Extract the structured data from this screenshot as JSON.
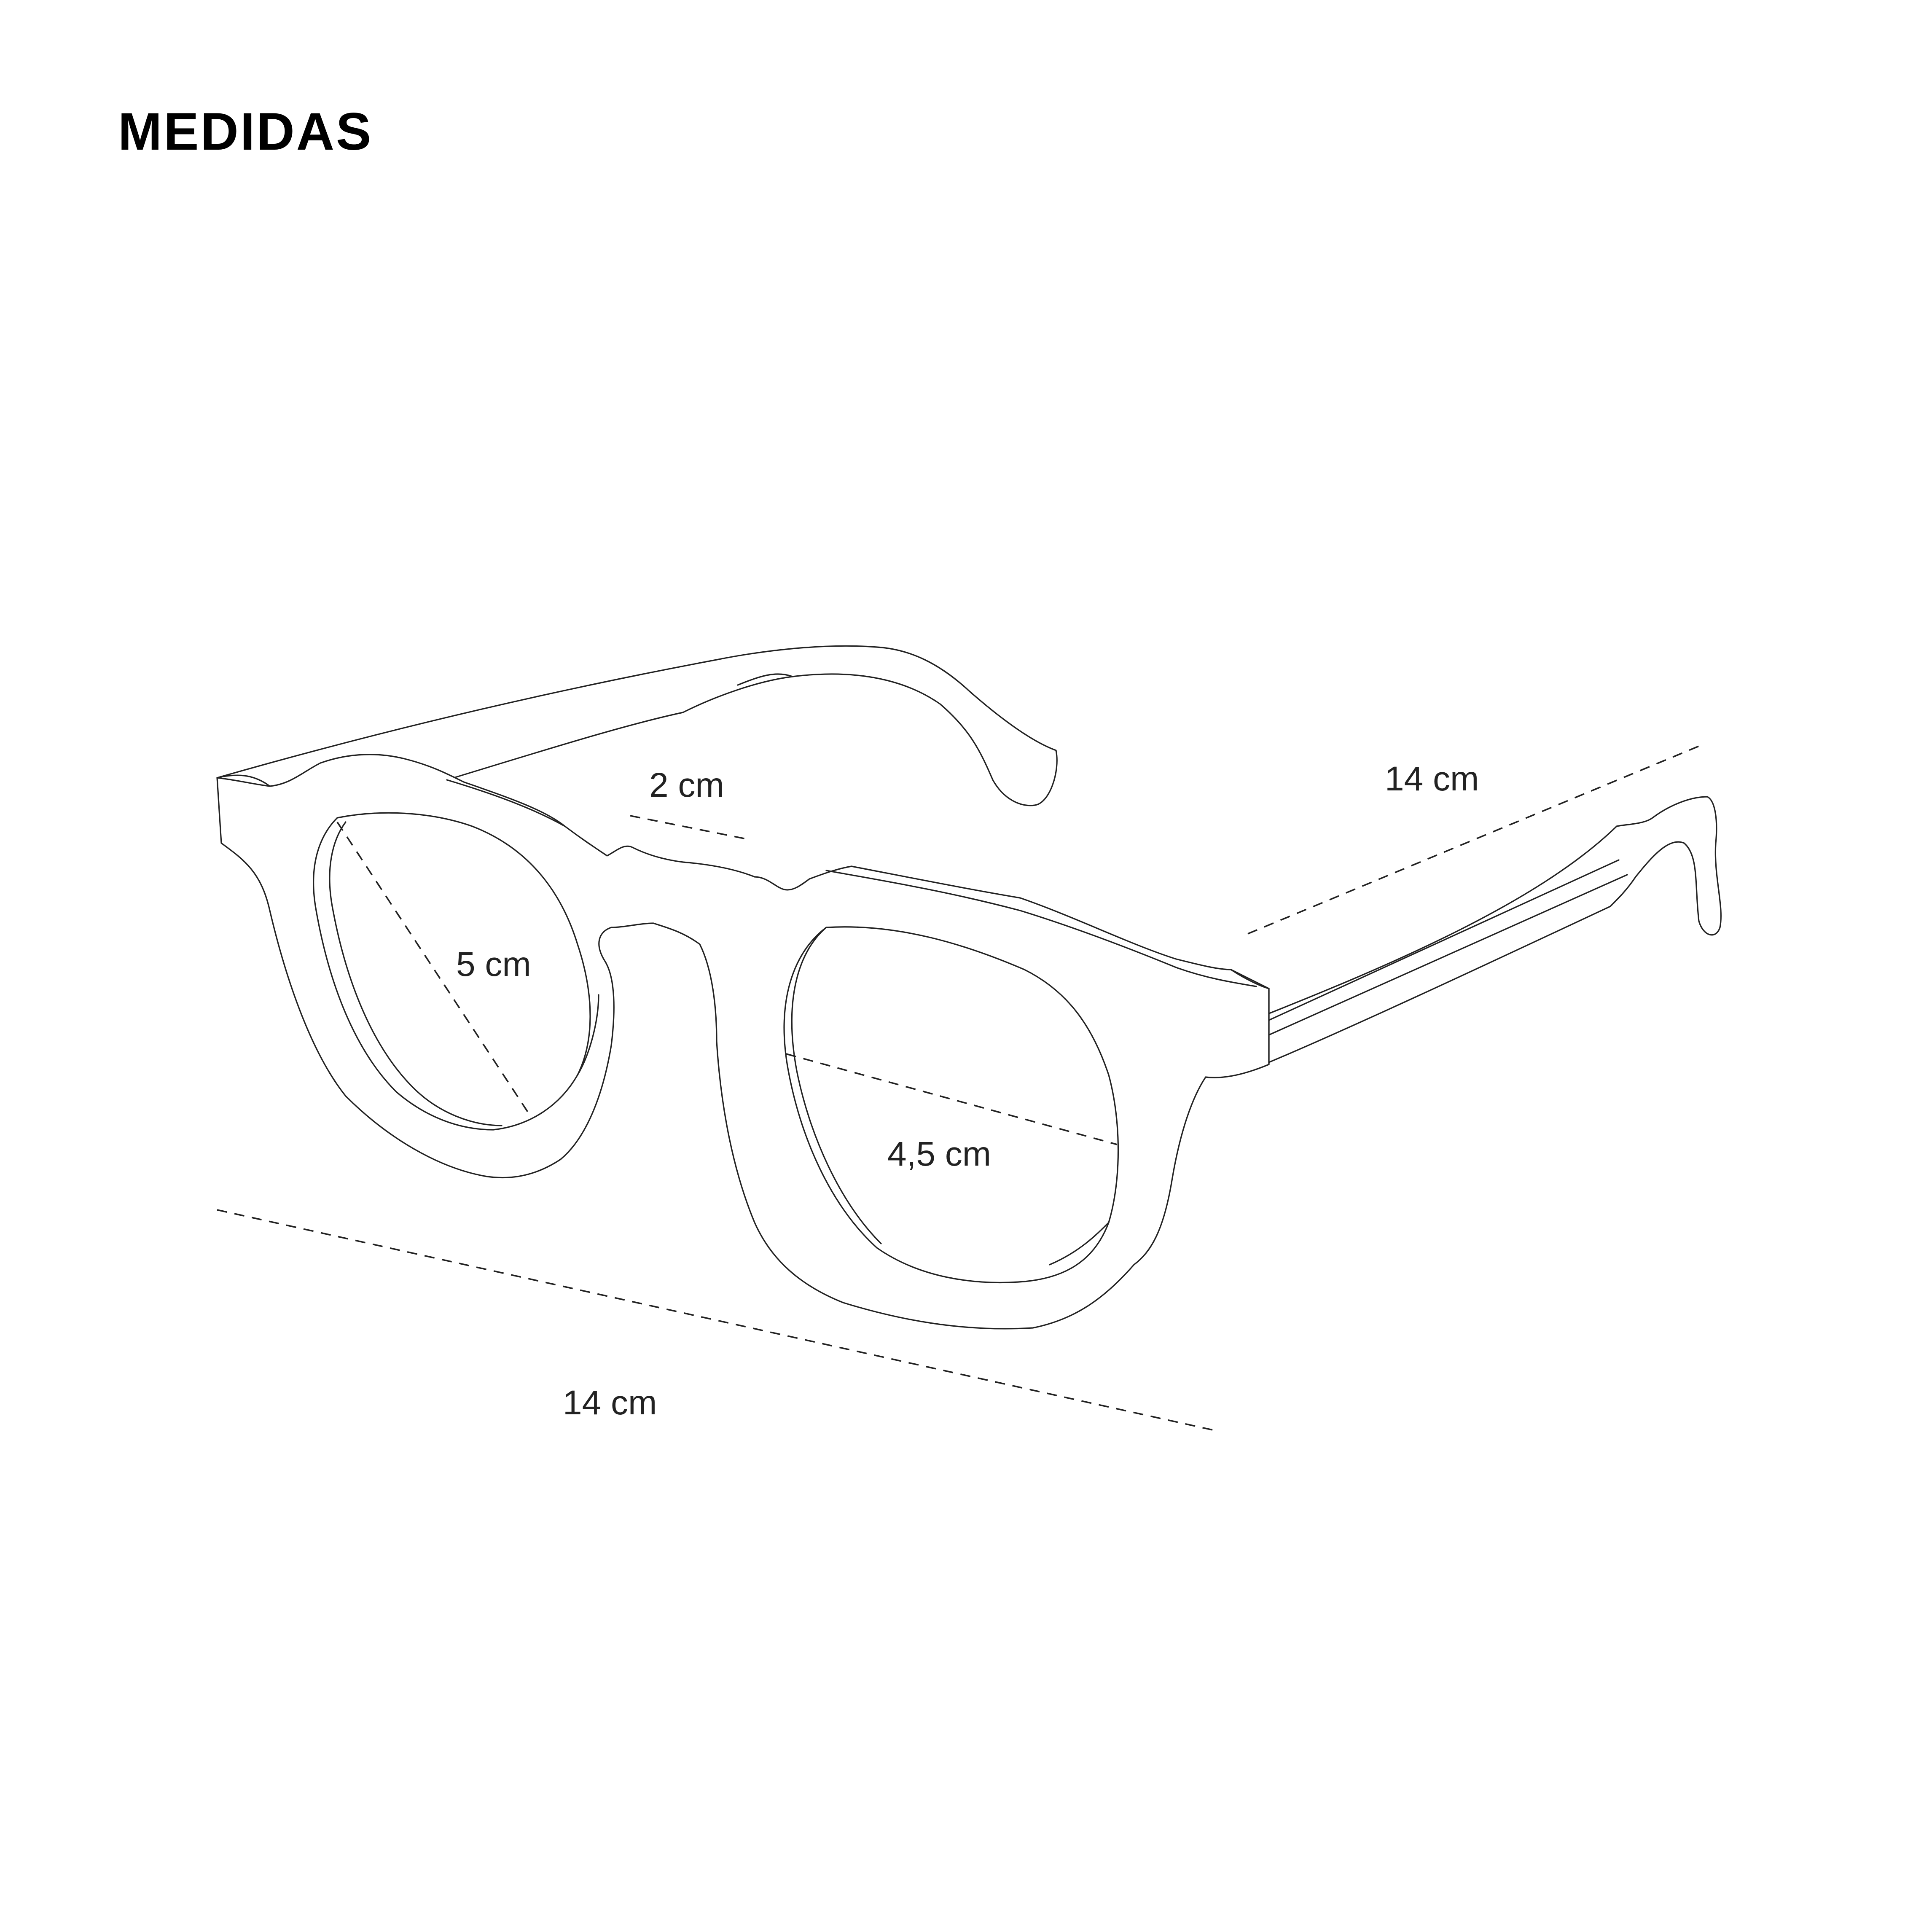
{
  "title": "MEDIDAS",
  "measurements": {
    "bridge_width": "2 cm",
    "lens_height": "5 cm",
    "lens_width": "4,5 cm",
    "temple_length": "14 cm",
    "frame_width": "14 cm"
  }
}
